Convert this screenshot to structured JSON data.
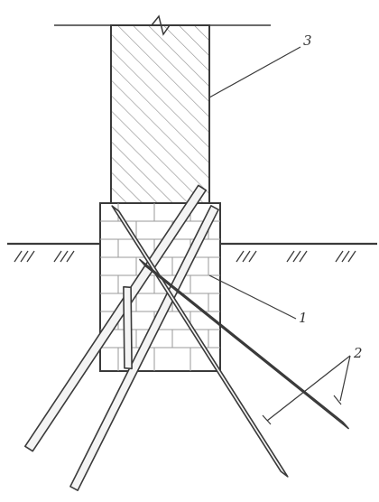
{
  "diagram": {
    "labels": {
      "wall": "3",
      "foundation": "1",
      "piles": "2"
    },
    "colors": {
      "line": "#3a3a3a",
      "hatch": "#8a8a8a",
      "pile_fill": "#f4f4f4",
      "background": "#ffffff"
    },
    "parts": [
      {
        "id": "wall",
        "description_icon": "hatched-wall"
      },
      {
        "id": "foundation",
        "description_icon": "masonry-block"
      },
      {
        "id": "piles",
        "description_icon": "inclined-root-piles",
        "count": 5
      }
    ]
  }
}
